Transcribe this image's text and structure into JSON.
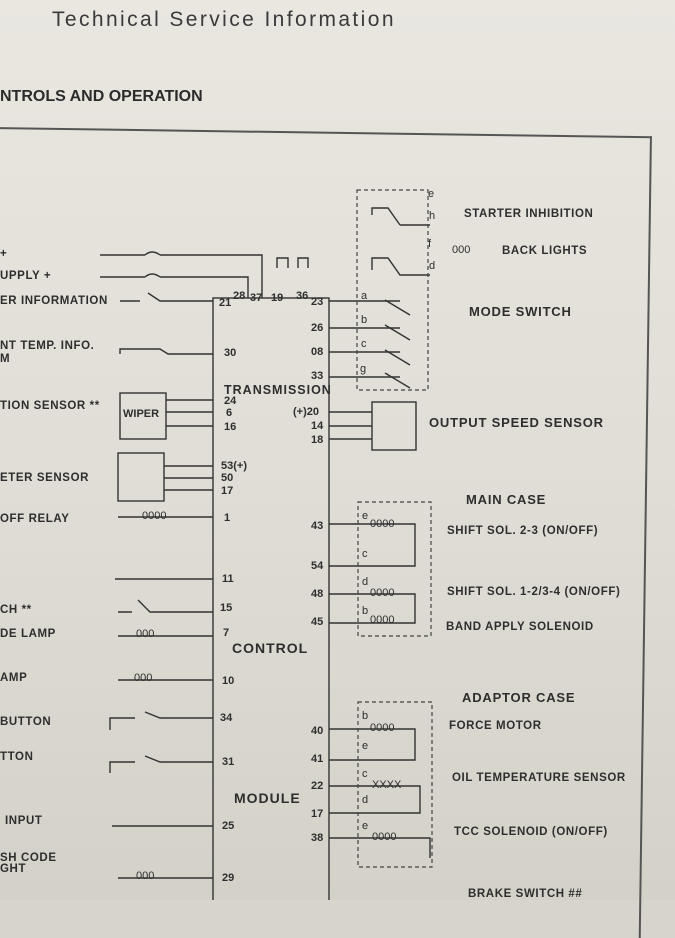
{
  "header": {
    "title": "Technical Service Information",
    "section": "NTROLS AND OPERATION"
  },
  "left_labels": [
    "+",
    "UPPLY +",
    "ER INFORMATION",
    "NT TEMP. INFO.",
    "M",
    "TION SENSOR **",
    "ETER SENSOR",
    "OFF RELAY",
    "CH **",
    "DE LAMP",
    "AMP",
    "BUTTON",
    "TTON",
    "INPUT",
    "SH CODE",
    "GHT"
  ],
  "module": {
    "transmission": "TRANSMISSION",
    "control": "CONTROL",
    "module": "MODULE",
    "wiper": "WIPER"
  },
  "pins_left": [
    "21",
    "28",
    "37",
    "19",
    "36",
    "30",
    "24",
    "6",
    "16",
    "53(+)",
    "50",
    "17",
    "1",
    "11",
    "15",
    "7",
    "10",
    "34",
    "31",
    "25",
    "29"
  ],
  "pins_right": [
    "23",
    "26",
    "08",
    "33",
    "(+)20",
    "14",
    "18",
    "43",
    "54",
    "48",
    "45",
    "40",
    "41",
    "22",
    "17",
    "38"
  ],
  "right_labels": {
    "starter_inhibition": "STARTER INHIBITION",
    "back_lights": "BACK LIGHTS",
    "mode_switch": "MODE SWITCH",
    "output_speed_sensor": "OUTPUT SPEED SENSOR",
    "main_case": "MAIN CASE",
    "shift_sol_23": "SHIFT SOL. 2-3 (ON/OFF)",
    "shift_sol_12": "SHIFT SOL. 1-2/3-4 (ON/OFF)",
    "band_apply": "BAND APPLY SOLENOID",
    "adaptor_case": "ADAPTOR CASE",
    "force_motor": "FORCE MOTOR",
    "oil_temp": "OIL TEMPERATURE SENSOR",
    "tcc": "TCC SOLENOID (ON/OFF)",
    "brake_switch": "BRAKE SWITCH ##"
  },
  "coil_text": {
    "coil": "0000",
    "coil_small": "000",
    "xxxx": "XXXX"
  },
  "letters": [
    "e",
    "h",
    "f",
    "d",
    "a",
    "b",
    "c",
    "g"
  ]
}
